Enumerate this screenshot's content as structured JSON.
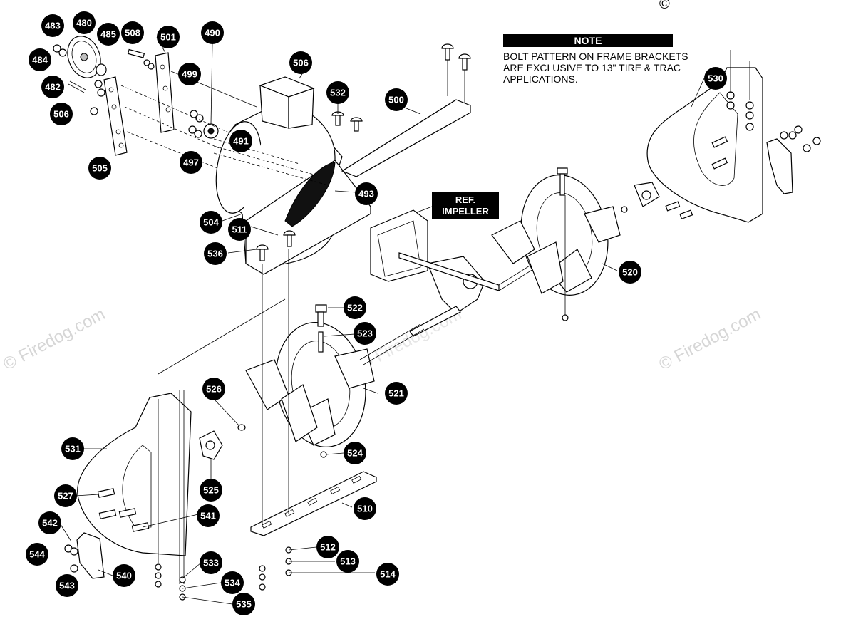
{
  "copyright_symbol": "©",
  "note": {
    "heading": "NOTE",
    "lines": [
      "BOLT PATTERN ON FRAME BRACKETS",
      "ARE EXCLUSIVE TO 13\" TIRE & TRAC",
      "APPLICATIONS."
    ]
  },
  "ref_impeller": {
    "line1": "REF.",
    "line2": "IMPELLER"
  },
  "watermarks": [
    "© Firedog.com",
    "© Firedog.com",
    "© Firedog.com",
    "© Firedog.com"
  ],
  "callouts": [
    "483",
    "480",
    "485",
    "508",
    "501",
    "490",
    "484",
    "499",
    "482",
    "506",
    "505",
    "497",
    "491",
    "506",
    "532",
    "500",
    "530",
    "493",
    "504",
    "511",
    "536",
    "520",
    "522",
    "523",
    "521",
    "526",
    "531",
    "525",
    "527",
    "541",
    "542",
    "544",
    "543",
    "540",
    "533",
    "534",
    "535",
    "510",
    "512",
    "513",
    "514",
    "524"
  ]
}
